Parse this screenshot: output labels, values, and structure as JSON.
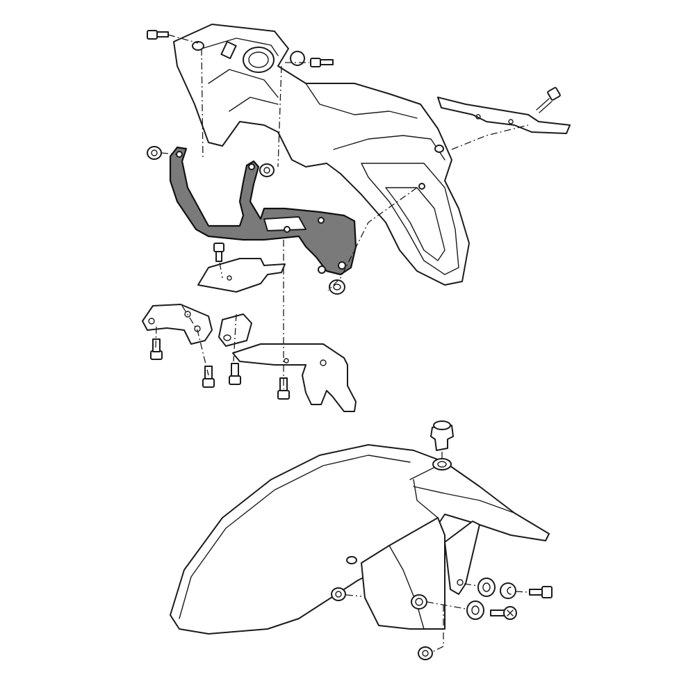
{
  "colors": {
    "line": "#1a1a1a",
    "highlight_part": "#7a7a7a",
    "background": "#ffffff"
  },
  "assemblies": [
    {
      "id": "rear-fender-assembly",
      "highlighted_part": "rear-fender-bracket"
    },
    {
      "id": "front-fender-assembly"
    }
  ]
}
